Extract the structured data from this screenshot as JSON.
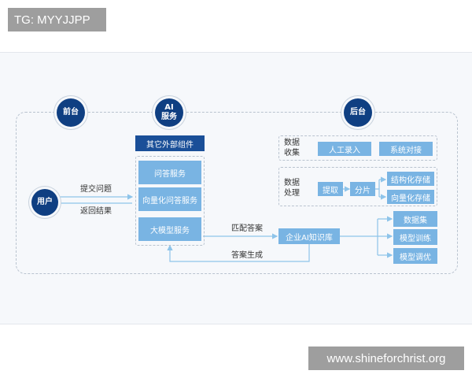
{
  "watermark_top": "TG: MYYJJPP",
  "watermark_bottom": "www.shineforchrist.org",
  "nodes": {
    "frontend": "前台",
    "ai_service_line1": "AI",
    "ai_service_line2": "服务",
    "backend": "后台",
    "user": "用户",
    "external_components": "其它外部组件",
    "qa_service": "问答服务",
    "vector_qa_service": "向量化问答服务",
    "llm_service": "大模型服务",
    "enterprise_kb": "企业AI知识库",
    "data_collect_line1": "数据",
    "data_collect_line2": "收集",
    "manual_entry": "人工录入",
    "system_integration": "系统对接",
    "data_process_line1": "数据",
    "data_process_line2": "处理",
    "extract": "提取",
    "chunking": "分片",
    "structured_storage": "结构化存储",
    "vector_storage": "向量化存储",
    "dataset": "数据集",
    "model_training": "模型训练",
    "model_tuning": "模型调优"
  },
  "edges": {
    "submit_question": "提交问题",
    "return_result": "返回结果",
    "match_answer": "匹配答案",
    "answer_generation": "答案生成"
  },
  "colors": {
    "navy": "#0f3f82",
    "box_navy": "#1a4f98",
    "box_light": "#79b4e3",
    "arrow": "#8ec4ea"
  }
}
